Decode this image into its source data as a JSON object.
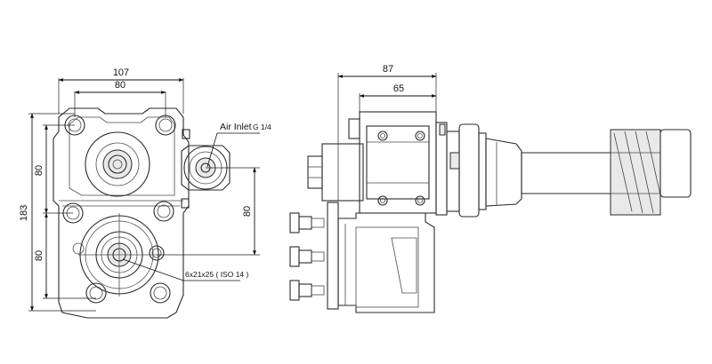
{
  "dimensions": {
    "front_width_overall": "107",
    "front_width_bolts": "80",
    "front_height_overall": "183",
    "front_height_upper": "80",
    "front_height_lower": "80",
    "front_height_right": "80",
    "side_depth_overall": "87",
    "side_depth_body": "65"
  },
  "annotations": {
    "air_inlet_label": "Air Inlet",
    "air_inlet_thread": "G 1/4",
    "shaft_spec": "6x21x25 ( ISO 14 )"
  }
}
